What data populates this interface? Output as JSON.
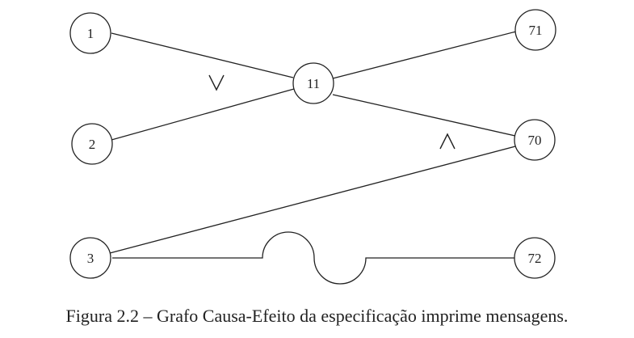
{
  "nodes": {
    "n1": "1",
    "n2": "2",
    "n3": "3",
    "n11": "11",
    "n70": "70",
    "n71": "71",
    "n72": "72"
  },
  "operators": {
    "or_symbol": "∨",
    "and_symbol": "∧",
    "not_symbol": "~"
  },
  "caption": "Figura 2.2 – Grafo Causa-Efeito da especificação imprime mensagens."
}
